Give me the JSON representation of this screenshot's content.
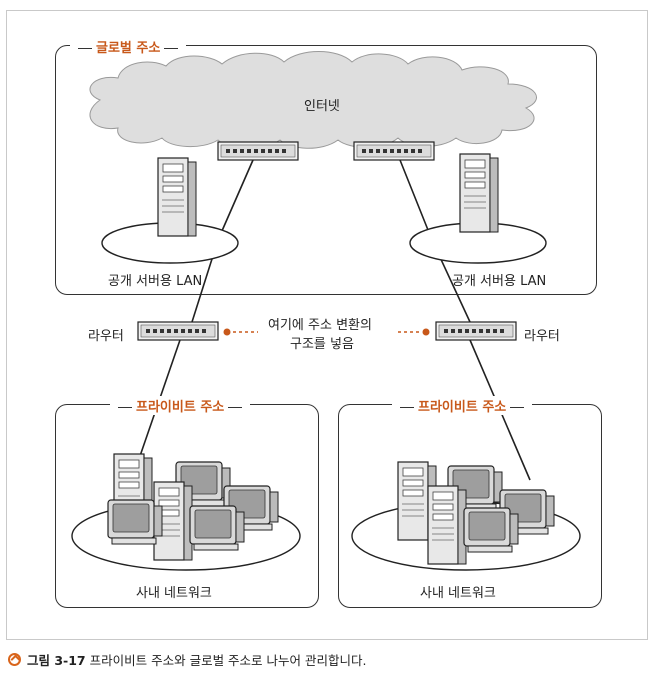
{
  "regions": {
    "global": "글로벌 주소",
    "private_left": "프라이비트 주소",
    "private_right": "프라이비트 주소"
  },
  "labels": {
    "internet": "인터넷",
    "public_lan_left": "공개 서버용 LAN",
    "public_lan_right": "공개 서버용 LAN",
    "router_left": "라우터",
    "router_right": "라우터",
    "nat_note_line1": "여기에 주소 변환의",
    "nat_note_line2": "구조를 넣음",
    "intranet_left": "사내 네트워크",
    "intranet_right": "사내 네트워크"
  },
  "caption": {
    "number": "그림 3-17",
    "text": "프라이비트 주소와 글로벌 주소로 나누어 관리합니다."
  },
  "colors": {
    "accent": "#c8581a",
    "line": "#222222",
    "device_fill": "#e6e6e6"
  },
  "icons": [
    "cloud-icon",
    "router-icon",
    "server-icon",
    "monitor-icon",
    "caption-arrow-icon"
  ]
}
